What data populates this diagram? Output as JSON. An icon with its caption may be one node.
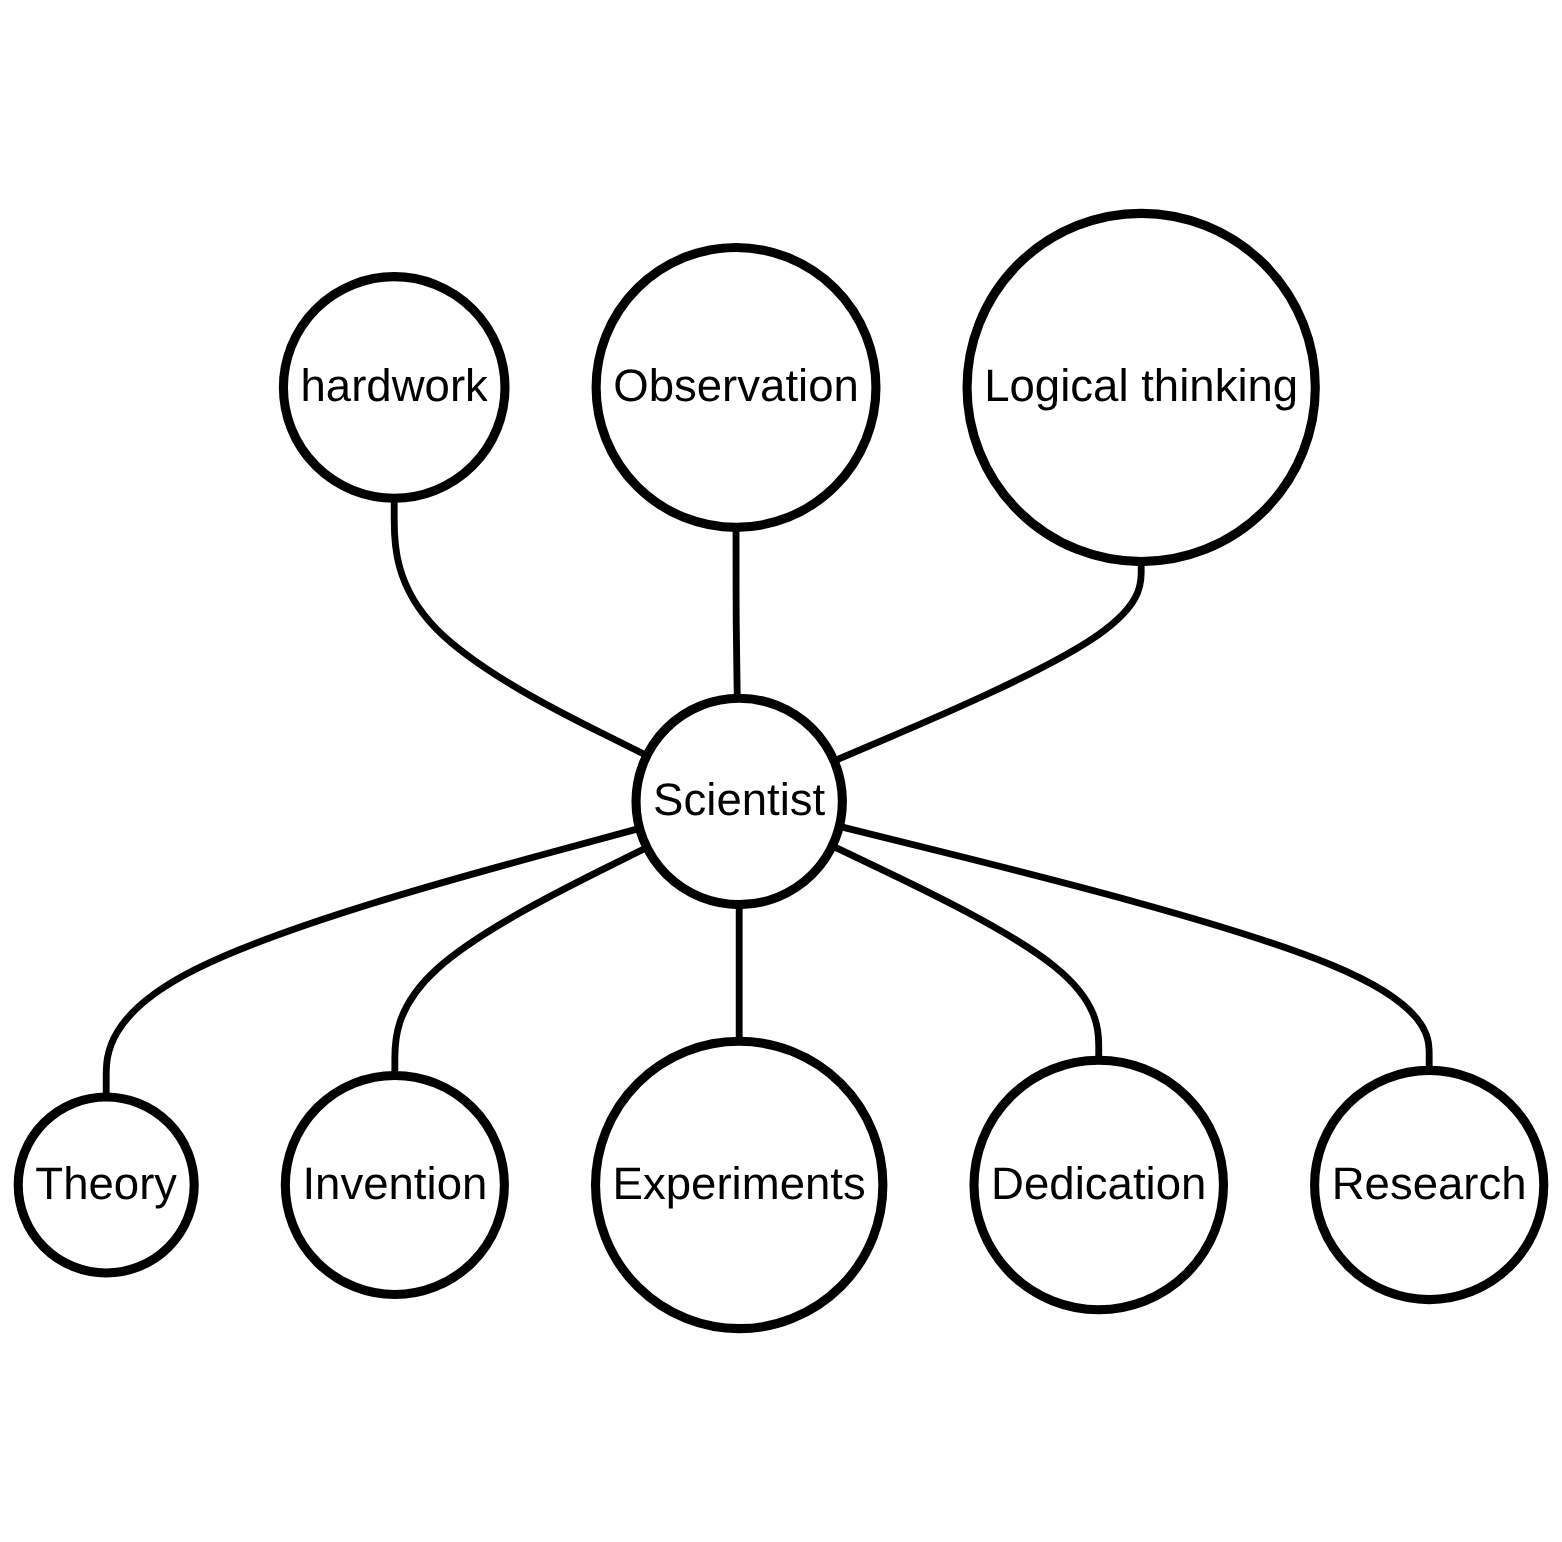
{
  "diagram": {
    "nodes": [
      {
        "text": [
          "Observation"
        ]
      },
      {
        "text": [
          "hardwork"
        ]
      },
      {
        "text": [
          "Logical thinking"
        ]
      },
      {
        "text": [
          "Theory"
        ]
      },
      {
        "text": [
          "Scientist"
        ]
      },
      {
        "text": [
          "Invention"
        ]
      },
      {
        "text": [
          "Experiments"
        ]
      },
      {
        "text": [
          "Research"
        ]
      },
      {
        "text": [
          "Dedication"
        ]
      }
    ],
    "edges": [
      {
        "from": 1,
        "to": 4,
        "arrow": "none"
      },
      {
        "from": 0,
        "to": 4,
        "arrow": "none"
      },
      {
        "from": 2,
        "to": 4,
        "arrow": "none"
      },
      {
        "from": 4,
        "to": 3,
        "arrow": "none"
      },
      {
        "from": 4,
        "to": 5,
        "arrow": "none"
      },
      {
        "from": 4,
        "to": 6,
        "arrow": "none"
      },
      {
        "from": 4,
        "to": 8,
        "arrow": "none"
      },
      {
        "from": 4,
        "to": 7,
        "arrow": "none"
      }
    ]
  }
}
